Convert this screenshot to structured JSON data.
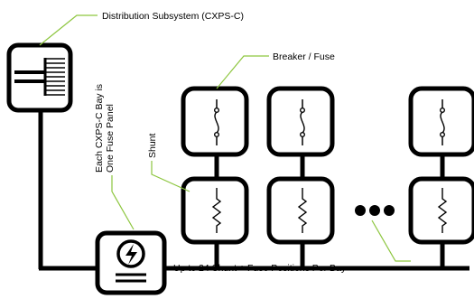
{
  "labels": {
    "subsystem": "Distribution Subsystem (CXPS-C)",
    "breaker": "Breaker / Fuse",
    "bay_line1": "Each CXPS-C Bay is",
    "bay_line2": "One Fuse Panel",
    "shunt": "Shunt",
    "positions": "Up to 24 Shunt + Fuse Positions Per Bay"
  },
  "colors": {
    "callout": "#8dc63f",
    "stroke": "#000000"
  },
  "icons": [
    "distribution-panel-icon",
    "power-icon",
    "fuse-icon",
    "shunt-resistor-icon",
    "ellipsis-icon"
  ]
}
